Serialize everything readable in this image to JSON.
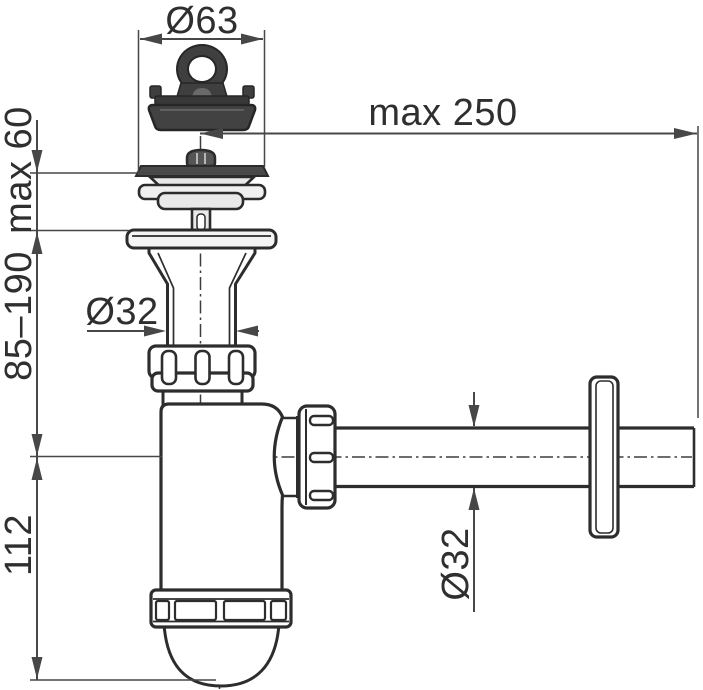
{
  "drawing": {
    "type": "technical-dimension-diagram",
    "subject": "sink waste outlet with stopper, strainer and bottle trap, side view with wall pipe",
    "background_color": "#ffffff",
    "outline_color": "#2d2d2d",
    "dimension_line_color": "#474747",
    "dark_fill_color": "#414141",
    "light_fill_color": "#e9e9e9",
    "labels": {
      "plug_diameter": "Ø63",
      "max_wall_distance": "max 250",
      "max_deck_thickness": "max 60",
      "height_range": "85–190",
      "trap_depth": "112",
      "inlet_diameter": "Ø32",
      "outlet_diameter": "Ø32"
    }
  }
}
